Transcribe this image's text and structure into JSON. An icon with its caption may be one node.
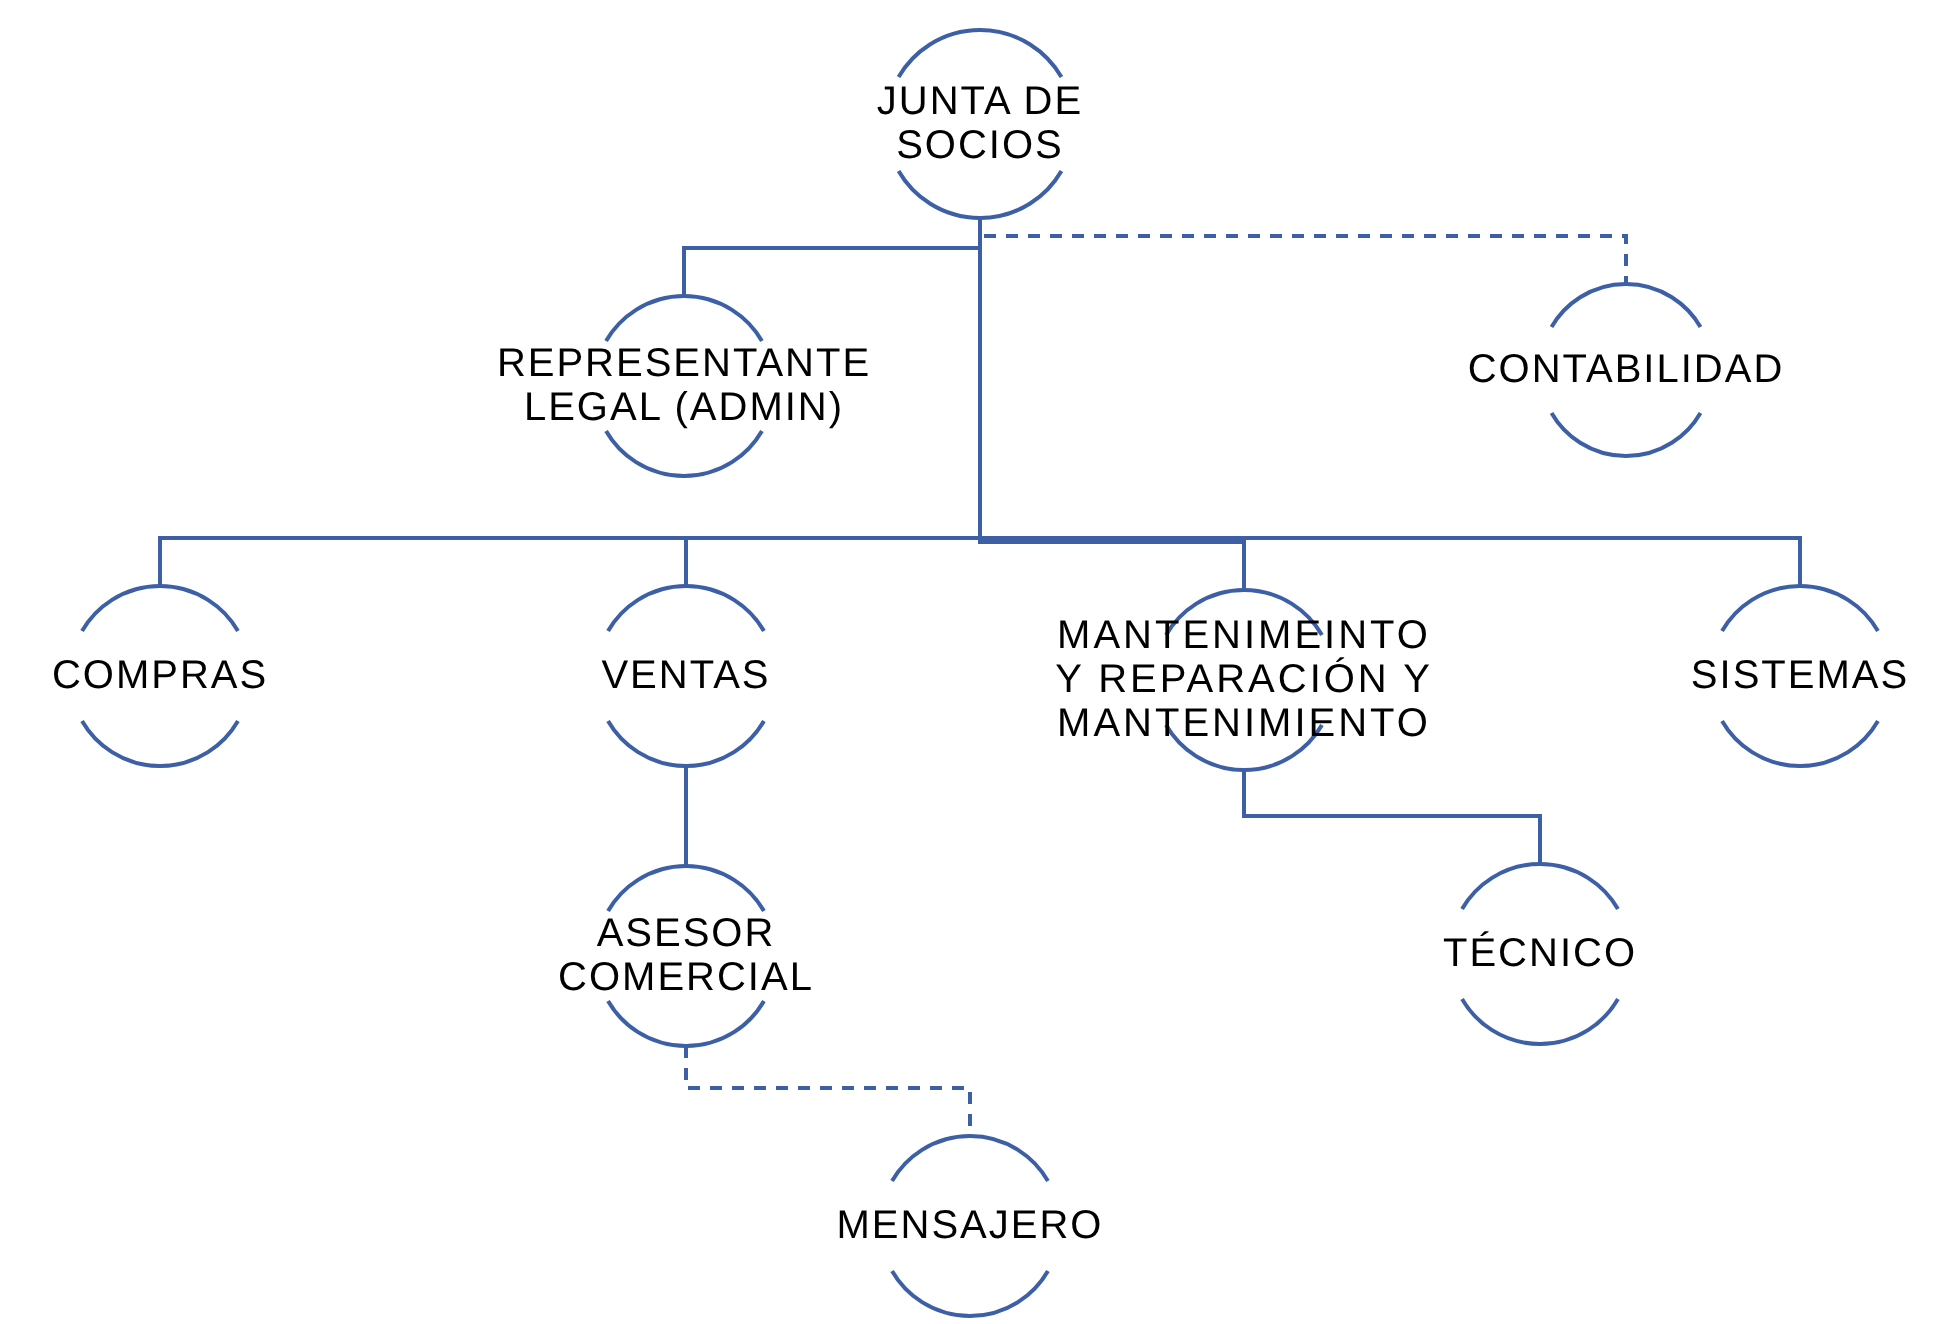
{
  "diagram": {
    "nodes": [
      {
        "text": [
          "JUNTA DE SOCIOS"
        ]
      },
      {
        "text": [
          "REPRESENTANTE LEGAL (ADMIN)"
        ]
      },
      {
        "text": [
          "CONTABILIDAD"
        ]
      },
      {
        "text": [
          "COMPRAS"
        ]
      },
      {
        "text": [
          "VENTAS"
        ]
      },
      {
        "text": [
          "MANTENIMEINTO Y REPARACIÓN Y MANTENIMIENTO"
        ]
      },
      {
        "text": [
          "SISTEMAS"
        ]
      },
      {
        "text": [
          "ASESOR COMERCIAL"
        ]
      },
      {
        "text": [
          "TÉCNICO"
        ]
      },
      {
        "text": [
          "MENSAJERO"
        ]
      }
    ],
    "edges": [
      {
        "from": 0,
        "to": 1,
        "arrow": "none"
      },
      {
        "from": 0,
        "to": 2,
        "arrow": "none",
        "style": "dashed"
      },
      {
        "from": 0,
        "to": 3,
        "arrow": "none"
      },
      {
        "from": 0,
        "to": 4,
        "arrow": "none"
      },
      {
        "from": 0,
        "to": 5,
        "arrow": "none"
      },
      {
        "from": 0,
        "to": 6,
        "arrow": "none"
      },
      {
        "from": 4,
        "to": 7,
        "arrow": "none"
      },
      {
        "from": 5,
        "to": 8,
        "arrow": "none"
      },
      {
        "from": 7,
        "to": 9,
        "arrow": "none",
        "style": "dashed"
      }
    ]
  }
}
